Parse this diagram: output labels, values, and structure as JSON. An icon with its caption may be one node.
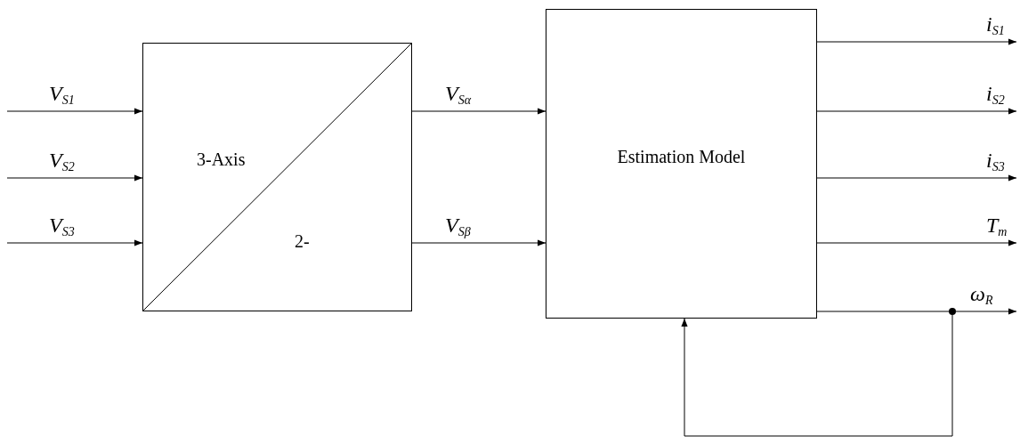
{
  "diagram": {
    "nodes": [
      {
        "text": [
          "3-Axis",
          "2-"
        ]
      },
      {
        "text": [
          "Estimation Model"
        ]
      },
      {
        "text": [],
        "shape": "circle"
      }
    ],
    "edges": [
      {
        "from": null,
        "to": 0,
        "arrow": "to",
        "label": "V$_{S1}$"
      },
      {
        "from": null,
        "to": 0,
        "arrow": "to",
        "label": "V$_{S2}$"
      },
      {
        "from": null,
        "to": 0,
        "arrow": "to",
        "label": "V$_{S3}$"
      },
      {
        "from": 0,
        "to": 1,
        "arrow": "to",
        "label": "V$_{Sα}$"
      },
      {
        "from": 0,
        "to": 1,
        "arrow": "to",
        "label": "V$_{Sβ}$"
      },
      {
        "from": 1,
        "to": null,
        "arrow": "to",
        "label": "i$_{S1}$"
      },
      {
        "from": 1,
        "to": null,
        "arrow": "to",
        "label": "i$_{S2}$"
      },
      {
        "from": 1,
        "to": null,
        "arrow": "to",
        "label": "i$_{S3}$"
      },
      {
        "from": 1,
        "to": null,
        "arrow": "to",
        "label": "T$_{m}$"
      },
      {
        "from": 1,
        "to": 2,
        "arrow": "none"
      },
      {
        "from": 2,
        "to": null,
        "arrow": "to",
        "label": "ω$_{R}$"
      },
      {
        "from": 2,
        "to": 1,
        "arrow": "to"
      }
    ]
  }
}
